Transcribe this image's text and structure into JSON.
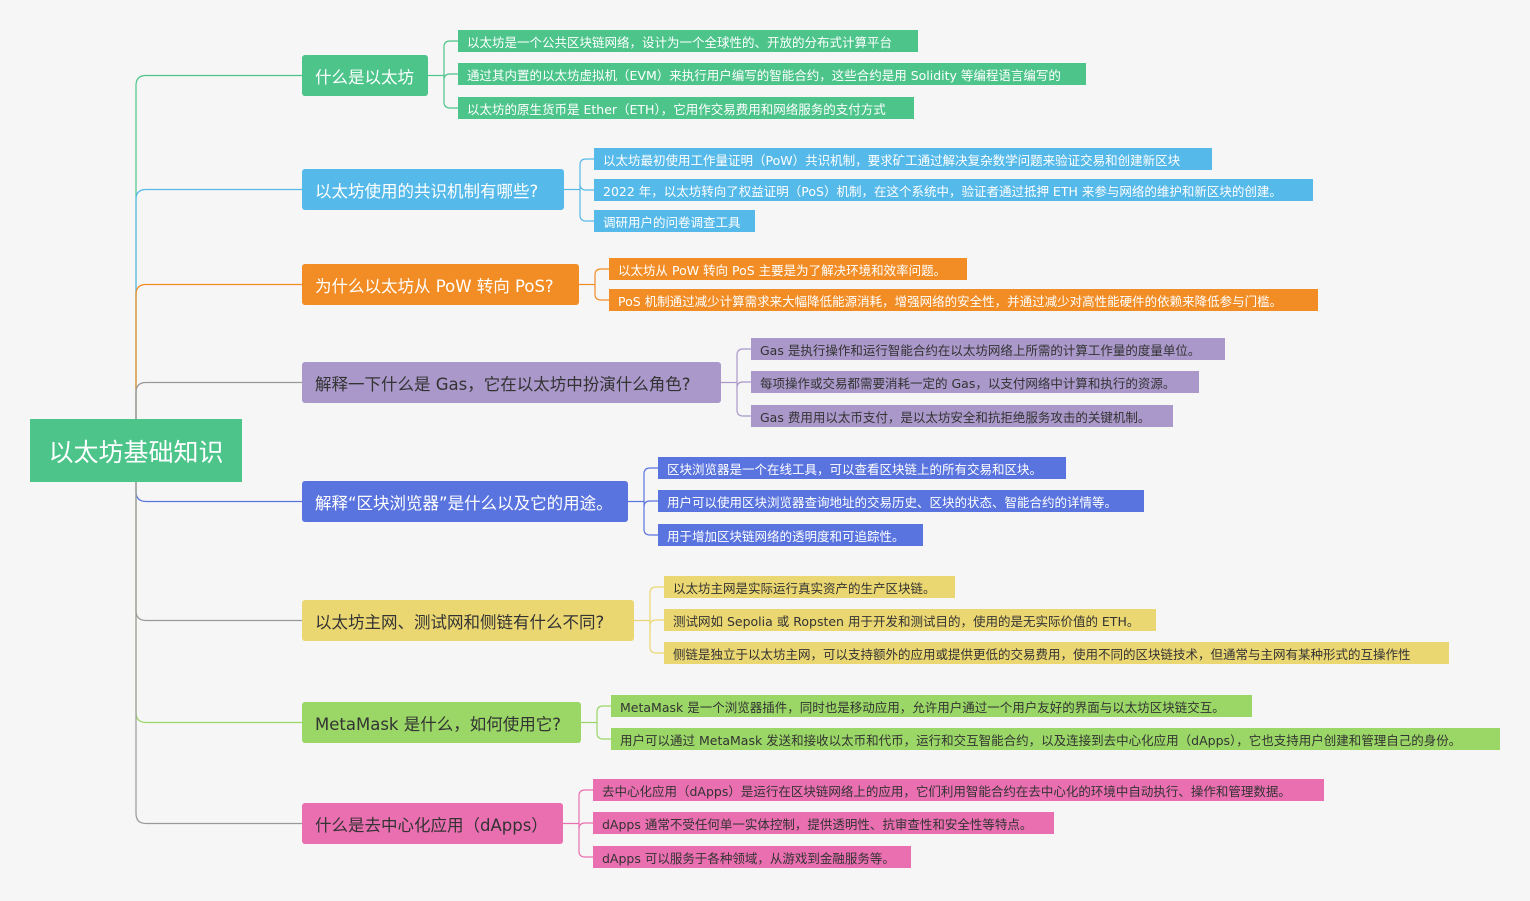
{
  "root": {
    "label": "以太坊基础知识",
    "color": "#4cc48a"
  },
  "branches": [
    {
      "label": "什么是以太坊",
      "color": "#4cc48a",
      "text_color": "#ffffff",
      "leaf_text_color": "#ffffff",
      "leaves": [
        "以太坊是一个公共区块链网络，设计为一个全球性的、开放的分布式计算平台",
        "通过其内置的以太坊虚拟机（EVM）来执行用户编写的智能合约，这些合约是用 Solidity 等编程语言编写的",
        "以太坊的原生货币是 Ether（ETH），它用作交易费用和网络服务的支付方式"
      ]
    },
    {
      "label": "以太坊使用的共识机制有哪些?",
      "color": "#55b9ea",
      "text_color": "#ffffff",
      "leaf_text_color": "#ffffff",
      "leaves": [
        "以太坊最初使用工作量证明（PoW）共识机制，要求矿工通过解决复杂数学问题来验证交易和创建新区块",
        "2022 年，以太坊转向了权益证明（PoS）机制，在这个系统中，验证者通过抵押 ETH 来参与网络的维护和新区块的创建。",
        "调研用户的问卷调查工具"
      ]
    },
    {
      "label": "为什么以太坊从 PoW 转向 PoS?",
      "color": "#f28c24",
      "text_color": "#ffffff",
      "leaf_text_color": "#ffffff",
      "leaves": [
        "以太坊从 PoW 转向 PoS 主要是为了解决环境和效率问题。",
        "PoS 机制通过减少计算需求来大幅降低能源消耗，增强网络的安全性，并通过减少对高性能硬件的依赖来降低参与门槛。"
      ]
    },
    {
      "label": "解释一下什么是 Gas，它在以太坊中扮演什么角色?",
      "color": "#a998c9",
      "text_color": "#333333",
      "leaf_text_color": "#333333",
      "leaves": [
        "Gas 是执行操作和运行智能合约在以太坊网络上所需的计算工作量的度量单位。",
        "每项操作或交易都需要消耗一定的 Gas，以支付网络中计算和执行的资源。",
        "Gas 费用用以太币支付，是以太坊安全和抗拒绝服务攻击的关键机制。"
      ]
    },
    {
      "label": "解释“区块浏览器”是什么以及它的用途。",
      "color": "#5a74df",
      "text_color": "#ffffff",
      "leaf_text_color": "#ffffff",
      "leaves": [
        "区块浏览器是一个在线工具，可以查看区块链上的所有交易和区块。",
        "用户可以使用区块浏览器查询地址的交易历史、区块的状态、智能合约的详情等。",
        "用于增加区块链网络的透明度和可追踪性。"
      ]
    },
    {
      "label": "以太坊主网、测试网和侧链有什么不同?",
      "color": "#ebd772",
      "text_color": "#333333",
      "leaf_text_color": "#333333",
      "leaves": [
        "以太坊主网是实际运行真实资产的生产区块链。",
        "测试网如 Sepolia 或 Ropsten 用于开发和测试目的，使用的是无实际价值的 ETH。",
        "侧链是独立于以太坊主网，可以支持额外的应用或提供更低的交易费用，使用不同的区块链技术，但通常与主网有某种形式的互操作性"
      ]
    },
    {
      "label": "MetaMask 是什么，如何使用它?",
      "color": "#9ad766",
      "text_color": "#333333",
      "leaf_text_color": "#333333",
      "leaves": [
        "MetaMask 是一个浏览器插件，同时也是移动应用，允许用户通过一个用户友好的界面与以太坊区块链交互。",
        "用户可以通过 MetaMask 发送和接收以太币和代币，运行和交互智能合约，以及连接到去中心化应用（dApps），它也支持用户创建和管理自己的身份。"
      ]
    },
    {
      "label": "什么是去中心化应用（dApps）",
      "color": "#ea6fb1",
      "text_color": "#333333",
      "leaf_text_color": "#333333",
      "leaves": [
        "去中心化应用（dApps）是运行在区块链网络上的应用，它们利用智能合约在去中心化的环境中自动执行、操作和管理数据。",
        "dApps 通常不受任何单一实体控制，提供透明性、抗审查性和安全性等特点。",
        "dApps 可以服务于各种领域，从游戏到金融服务等。"
      ]
    }
  ]
}
